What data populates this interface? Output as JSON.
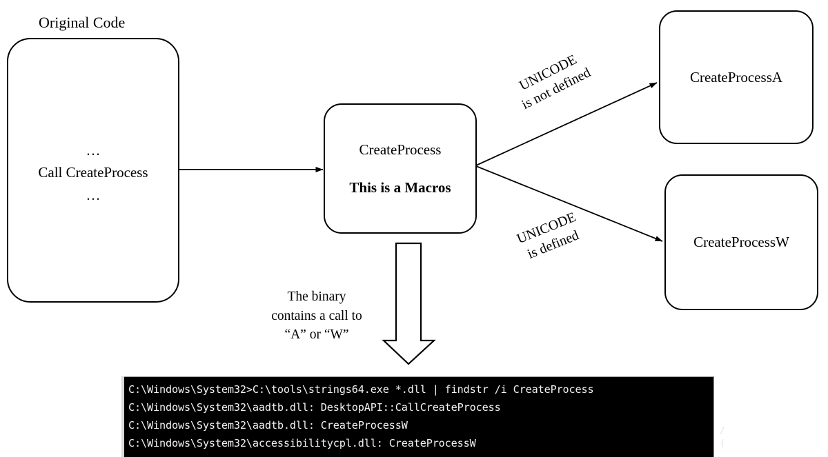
{
  "diagram": {
    "title_caption": "Original Code",
    "nodes": {
      "original_code": {
        "lines": [
          "…",
          "Call CreateProcess",
          "…"
        ]
      },
      "macro": {
        "name": "CreateProcess",
        "note": "This is a Macros"
      },
      "ansi": {
        "name": "CreateProcessA"
      },
      "wide": {
        "name": "CreateProcessW"
      }
    },
    "edge_labels": {
      "unicode_not_defined": [
        "UNICODE",
        "is not defined"
      ],
      "unicode_defined": [
        "UNICODE",
        "is defined"
      ]
    },
    "binary_note": [
      "The binary",
      "contains a call to",
      "“A” or “W”"
    ],
    "colors": {
      "stroke": "#000000",
      "background": "#ffffff",
      "terminal_background": "#000000",
      "terminal_text": "#f2f2f2"
    }
  },
  "terminal": {
    "lines": [
      "C:\\Windows\\System32>C:\\tools\\strings64.exe *.dll | findstr /i CreateProcess",
      "C:\\Windows\\System32\\aadtb.dll: DesktopAPI::CallCreateProcess",
      "C:\\Windows\\System32\\aadtb.dll: CreateProcessW",
      "C:\\Windows\\System32\\accessibilitycpl.dll: CreateProcessW"
    ],
    "ghost_1": "/",
    "ghost_2": "("
  }
}
